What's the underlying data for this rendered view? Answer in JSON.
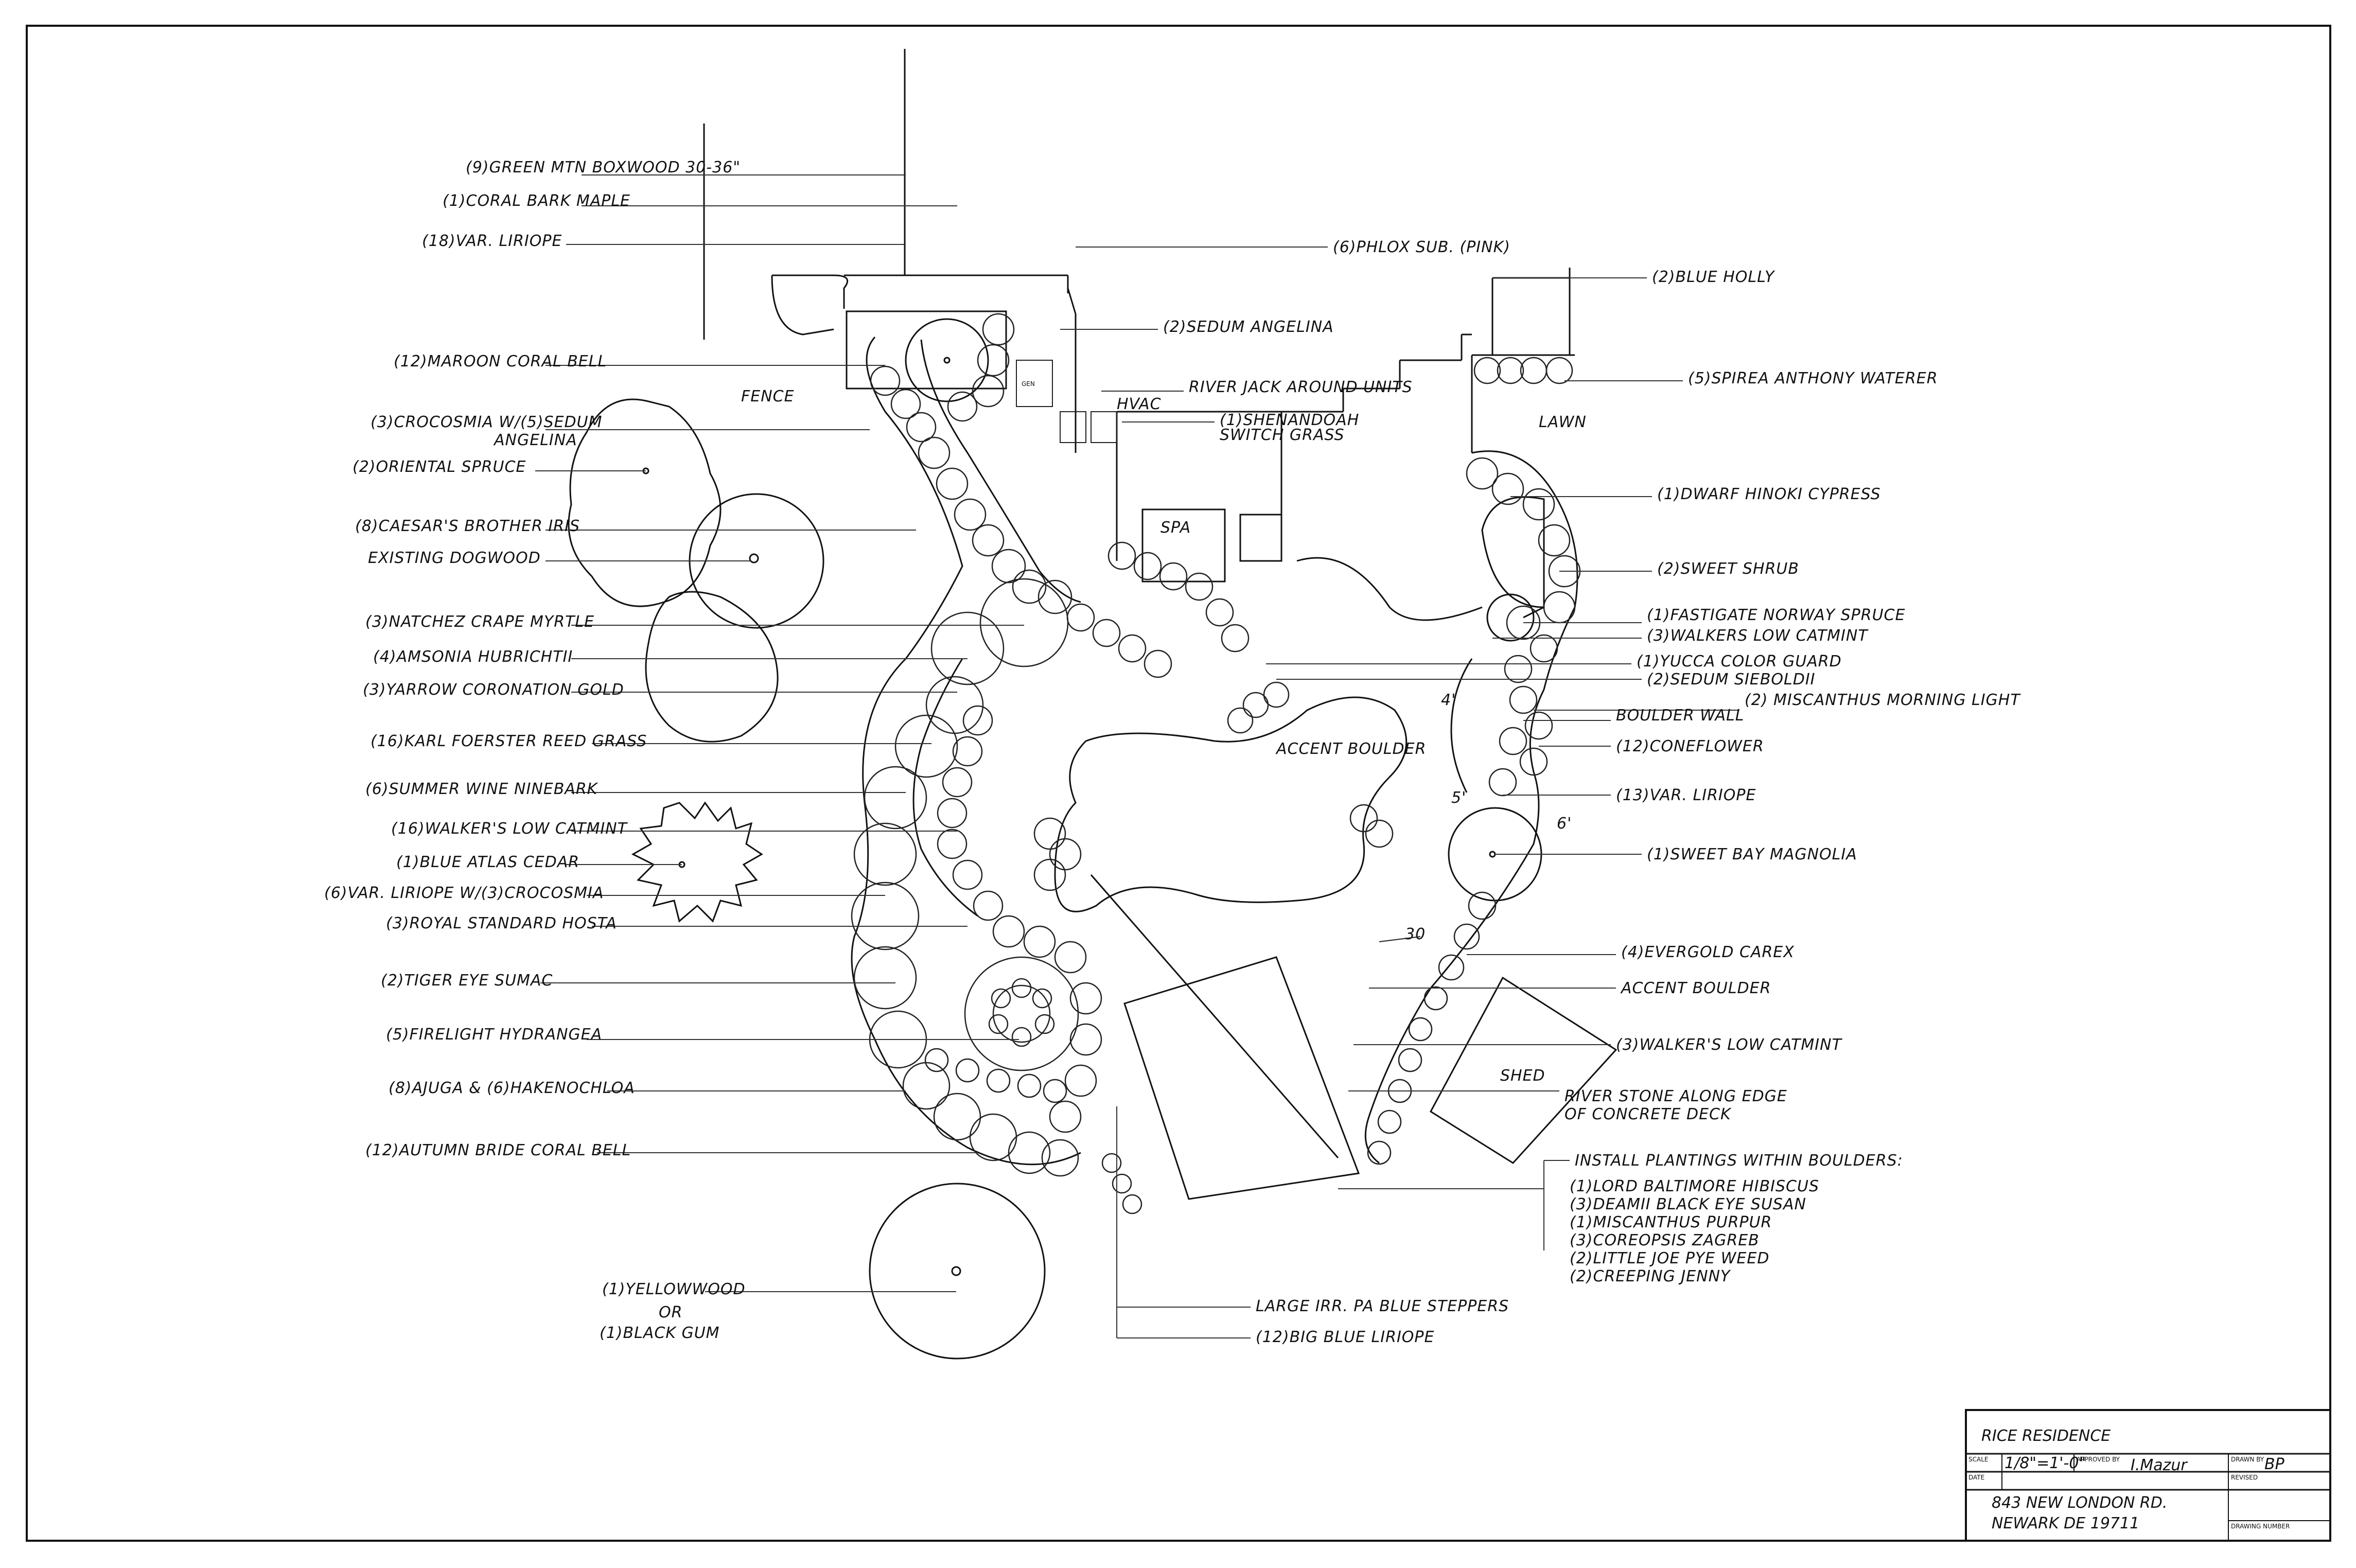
{
  "title_block": {
    "project": "RICE RESIDENCE",
    "scale_label": "SCALE",
    "scale": "1/8\"=1'-0\"",
    "approved_by_label": "APPROVED BY",
    "approved_by": "I.Mazur",
    "drawn_by_label": "DRAWN BY",
    "drawn_by": "BP",
    "date_label": "DATE",
    "revised_label": "REVISED",
    "address_line1": "843 NEW LONDON RD.",
    "address_line2": "NEWARK DE 19711",
    "drawing_number_label": "DRAWING NUMBER"
  },
  "left_labels": [
    "(9)GREEN MTN BOXWOOD 30-36\"",
    "(1)CORAL BARK MAPLE",
    "(18)VAR. LIRIOPE",
    "(12)MAROON CORAL BELL",
    "(3)CROCOSMIA W/(5)SEDUM",
    "ANGELINA",
    "(2)ORIENTAL SPRUCE",
    "(8)CAESAR'S BROTHER IRIS",
    "EXISTING DOGWOOD",
    "(3)NATCHEZ CRAPE MYRTLE",
    "(4)AMSONIA HUBRICHTII",
    "(3)YARROW CORONATION GOLD",
    "(16)KARL FOERSTER REED GRASS",
    "(6)SUMMER WINE NINEBARK",
    "(16)WALKER'S LOW CATMINT",
    "(1)BLUE ATLAS CEDAR",
    "(6)VAR. LIRIOPE W/(3)CROCOSMIA",
    "(3)ROYAL STANDARD HOSTA",
    "(2)TIGER EYE SUMAC",
    "(5)FIRELIGHT HYDRANGEA",
    "(8)AJUGA & (6)HAKENOCHLOA",
    "(12)AUTUMN BRIDE CORAL BELL",
    "(1)YELLOWWOOD",
    "OR",
    "(1)BLACK GUM"
  ],
  "right_labels": [
    "(6)PHLOX SUB. (PINK)",
    "(2)SEDUM ANGELINA",
    "RIVER JACK AROUND UNITS",
    "(1)SHENANDOAH",
    "SWITCH GRASS",
    "(2)BLUE HOLLY",
    "(5)SPIREA ANTHONY WATERER",
    "(1)DWARF HINOKI CYPRESS",
    "(2)SWEET SHRUB",
    "(1)FASTIGATE NORWAY SPRUCE",
    "(3)WALKERS LOW CATMINT",
    "(1)YUCCA COLOR GUARD",
    "(2)SEDUM SIEBOLDII",
    "(2) MISCANTHUS MORNING LIGHT",
    "BOULDER WALL",
    "(12)CONEFLOWER",
    "(13)VAR. LIRIOPE",
    "(1)SWEET BAY MAGNOLIA",
    "(4)EVERGOLD CAREX",
    "ACCENT BOULDER",
    "(3)WALKER'S LOW CATMINT",
    "RIVER STONE ALONG EDGE",
    "OF CONCRETE DECK",
    "INSTALL PLANTINGS WITHIN BOULDERS:",
    "(1)LORD BALTIMORE HIBISCUS",
    "(3)DEAMII BLACK EYE SUSAN",
    "(1)MISCANTHUS PURPUR",
    "(3)COREOPSIS ZAGREB",
    "(2)LITTLE JOE PYE WEED",
    "(2)CREEPING JENNY"
  ],
  "bottom_labels": [
    "LARGE IRR. PA BLUE STEPPERS",
    "(12)BIG BLUE LIRIOPE"
  ],
  "plan_labels": {
    "fence": "FENCE",
    "hvac": "HVAC",
    "gen": "GEN",
    "spa": "SPA",
    "lawn": "LAWN",
    "shed": "SHED",
    "accent_boulder": "ACCENT BOULDER",
    "dim_4": "4'",
    "dim_5": "5'",
    "dim_6": "6'",
    "dim_30": "30"
  }
}
